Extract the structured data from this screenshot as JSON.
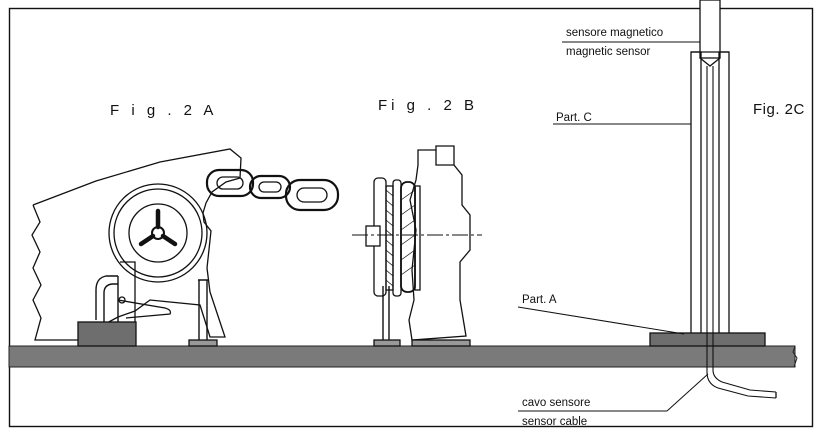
{
  "figures": {
    "fig_2a": "F i g . 2 A",
    "fig_2b": "Fi g . 2 B",
    "fig_2c": "Fig. 2C"
  },
  "labels": {
    "sensor_it": "sensore magnetico",
    "sensor_en": "magnetic sensor",
    "part_c": "Part. C",
    "part_a": "Part. A",
    "cable_it": "cavo sensore",
    "cable_en": "sensor cable"
  },
  "colors": {
    "line": "#111111",
    "deck": "#7a7a7a",
    "base_block": "#6e6e6e"
  }
}
